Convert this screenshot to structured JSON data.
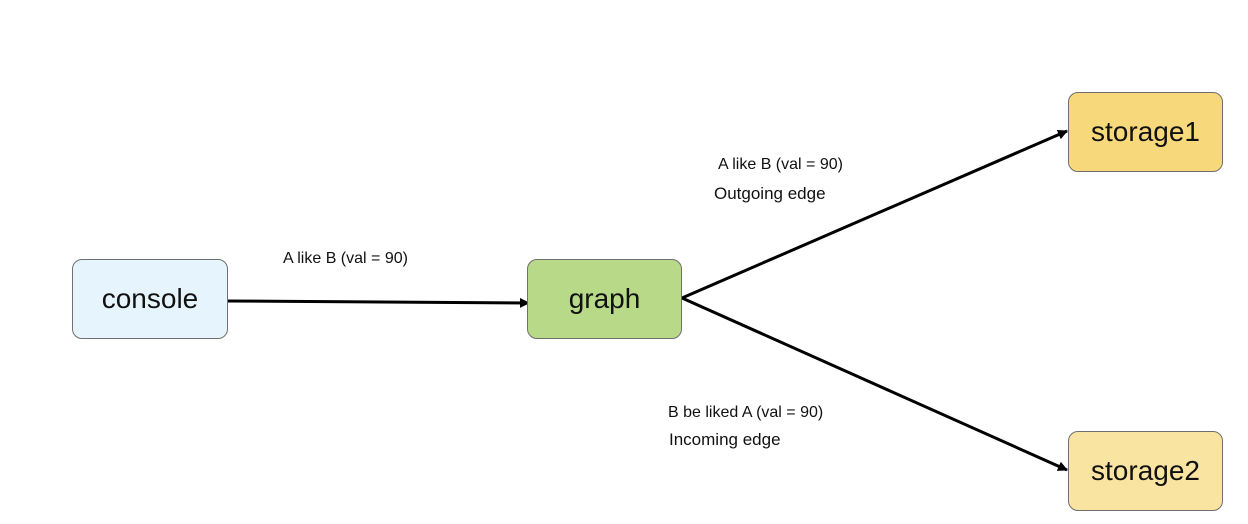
{
  "nodes": {
    "console": {
      "label": "console",
      "fill": "#e6f5fd"
    },
    "graph": {
      "label": "graph",
      "fill": "#b8d987"
    },
    "storage1": {
      "label": "storage1",
      "fill": "#f7d97b"
    },
    "storage2": {
      "label": "storage2",
      "fill": "#f9e4a1"
    }
  },
  "edges": {
    "console_to_graph": {
      "label": "A like B (val = 90)"
    },
    "graph_to_storage1": {
      "label": "A like B (val = 90)",
      "sublabel": "Outgoing edge"
    },
    "graph_to_storage2": {
      "label": "B be liked A (val = 90)",
      "sublabel": "Incoming edge"
    }
  },
  "colors": {
    "edge": "#000000",
    "node_border": "#6f6f6f"
  }
}
